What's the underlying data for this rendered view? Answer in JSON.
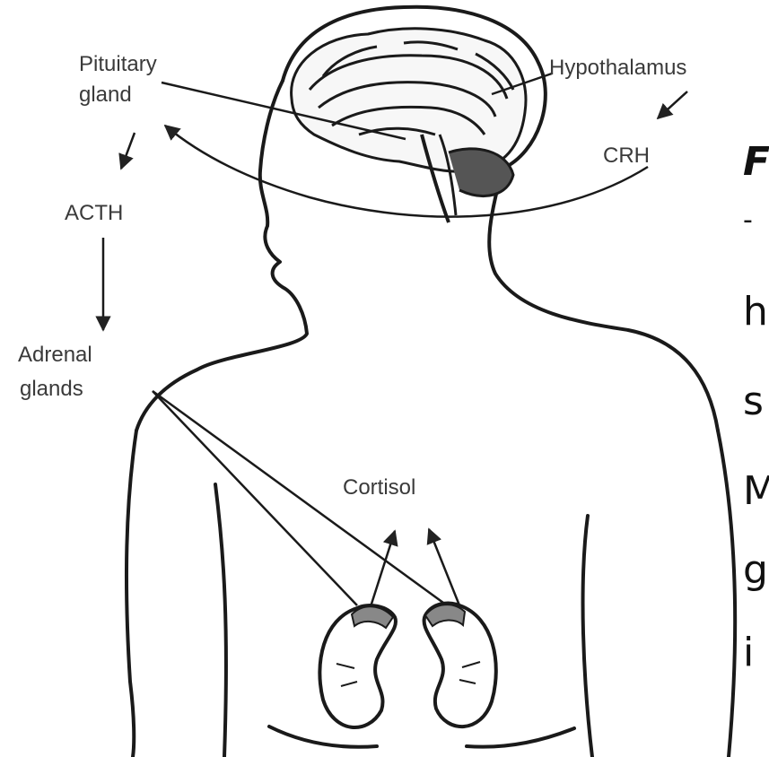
{
  "diagram": {
    "labels": {
      "pituitary_line1": "Pituitary",
      "pituitary_line2": "gland",
      "hypothalamus": "Hypothalamus",
      "crh": "CRH",
      "acth": "ACTH",
      "adrenal_line1": "Adrenal",
      "adrenal_line2": "glands",
      "cortisol": "Cortisol"
    }
  },
  "side_text": {
    "lines": [
      "F",
      "-",
      "h",
      "s",
      "M",
      "g",
      "i"
    ]
  }
}
